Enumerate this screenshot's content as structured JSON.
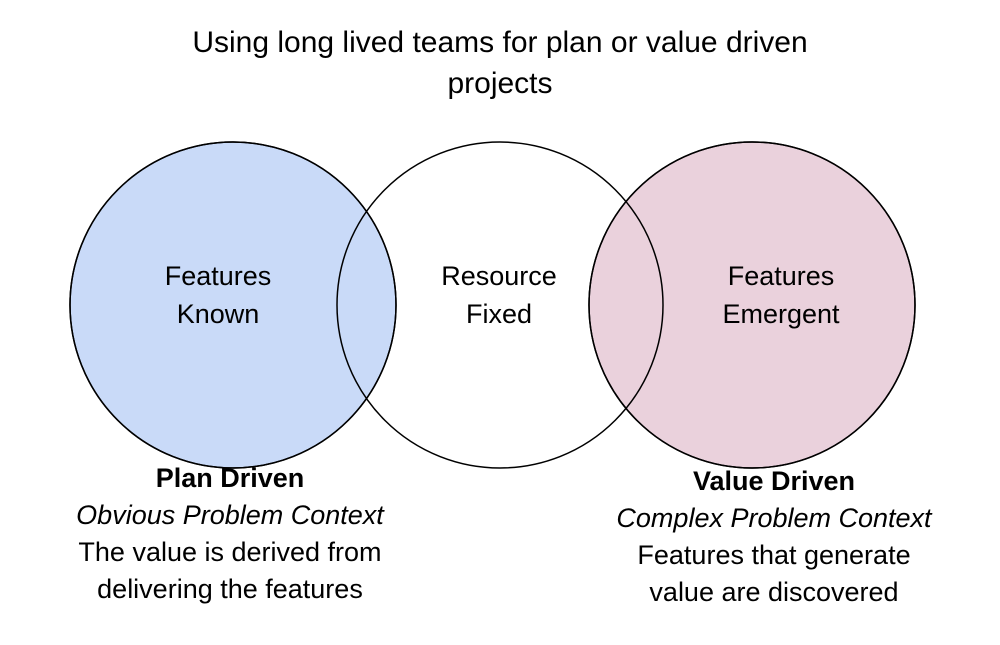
{
  "title": {
    "line1": "Using long lived teams for plan or value driven",
    "line2": "projects"
  },
  "circles": {
    "left": {
      "line1": "Features",
      "line2": "Known",
      "fill": "#c9daf8"
    },
    "center": {
      "line1": "Resource",
      "line2": "Fixed",
      "fill": "#ffffff"
    },
    "right": {
      "line1": "Features",
      "line2": "Emergent",
      "fill": "#ead1dc"
    }
  },
  "captions": {
    "left": {
      "heading": "Plan Driven",
      "context": "Obvious Problem Context",
      "line1": "The value is derived from",
      "line2": "delivering the features"
    },
    "right": {
      "heading": "Value Driven",
      "context": "Complex Problem Context",
      "line1": "Features that generate",
      "line2": "value are  discovered"
    }
  }
}
